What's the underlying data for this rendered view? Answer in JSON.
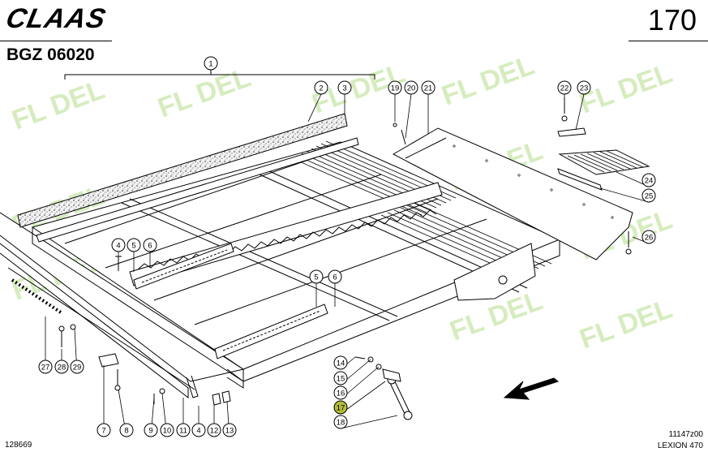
{
  "header": {
    "brand": "CLAAS",
    "group_code": "BGZ 06020",
    "page_number": "170"
  },
  "watermark": "FL DEL",
  "callouts": [
    {
      "id": "c1",
      "label": "1"
    },
    {
      "id": "c2",
      "label": "2"
    },
    {
      "id": "c3",
      "label": "3"
    },
    {
      "id": "c4a",
      "label": "4"
    },
    {
      "id": "c5a",
      "label": "5"
    },
    {
      "id": "c6a",
      "label": "6"
    },
    {
      "id": "c5b",
      "label": "5"
    },
    {
      "id": "c6b",
      "label": "6"
    },
    {
      "id": "c19",
      "label": "19"
    },
    {
      "id": "c20",
      "label": "20"
    },
    {
      "id": "c21",
      "label": "21"
    },
    {
      "id": "c22",
      "label": "22"
    },
    {
      "id": "c23",
      "label": "23"
    },
    {
      "id": "c24",
      "label": "24"
    },
    {
      "id": "c25",
      "label": "25"
    },
    {
      "id": "c26",
      "label": "26"
    },
    {
      "id": "c27",
      "label": "27"
    },
    {
      "id": "c28",
      "label": "28"
    },
    {
      "id": "c29",
      "label": "29"
    },
    {
      "id": "c14",
      "label": "14"
    },
    {
      "id": "c15",
      "label": "15"
    },
    {
      "id": "c16",
      "label": "16"
    },
    {
      "id": "c17",
      "label": "17",
      "highlight": true
    },
    {
      "id": "c18",
      "label": "18"
    },
    {
      "id": "c7",
      "label": "7"
    },
    {
      "id": "c8",
      "label": "8"
    },
    {
      "id": "c9",
      "label": "9"
    },
    {
      "id": "c10",
      "label": "10"
    },
    {
      "id": "c11",
      "label": "11"
    },
    {
      "id": "c4b",
      "label": "4"
    },
    {
      "id": "c12",
      "label": "12"
    },
    {
      "id": "c13",
      "label": "13"
    }
  ],
  "colors": {
    "ink": "#000000",
    "watermark": "#c8e6a8",
    "highlight": "#b5bd3a"
  },
  "footer": {
    "drawing_number": "128669",
    "reference": "11147z00",
    "machine": "LEXION 470"
  }
}
